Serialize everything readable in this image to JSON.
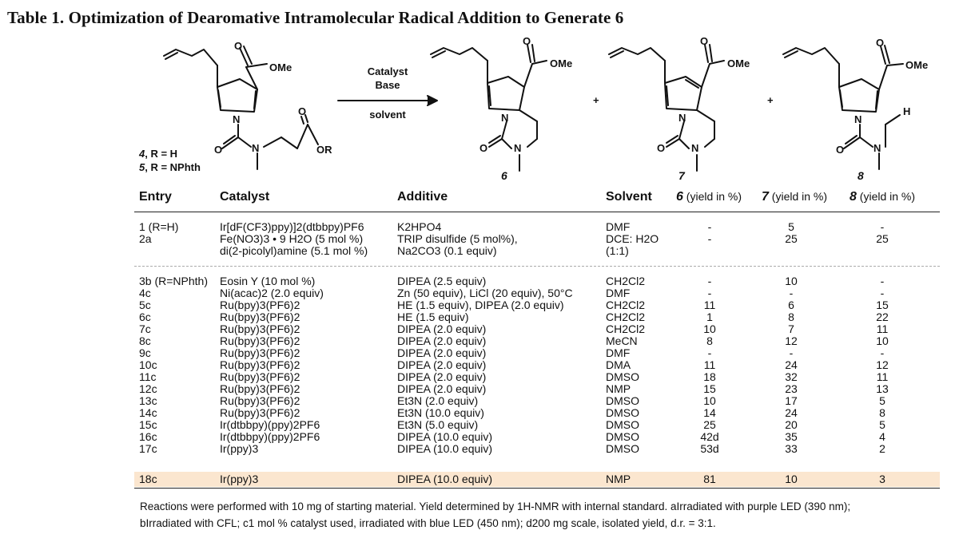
{
  "title": "Table 1. Optimization of Dearomative Intramolecular Radical Addition to Generate 6",
  "scheme": {
    "start_label_1_num": "4",
    "start_label_1_txt": ", R = H",
    "start_label_2_num": "5",
    "start_label_2_txt": ", R = NPhth",
    "ome": "OMe",
    "o": "O",
    "n": "N",
    "or": "OR",
    "h": "H",
    "cond_1": "Catalyst",
    "cond_2": "Base",
    "cond_3": "solvent",
    "plus": "+",
    "product_6": "6",
    "product_7": "7",
    "product_8": "8"
  },
  "headers": {
    "entry": "Entry",
    "catalyst": "Catalyst",
    "additive": "Additive",
    "solvent": "Solvent",
    "y6_num": "6",
    "y7_num": "7",
    "y8_num": "8",
    "yield_suffix": " (yield in %)"
  },
  "rows": [
    {
      "entry": "1 (R=H)",
      "catalyst": "Ir[dF(CF3)ppy)]2(dtbbpy)PF6",
      "additive": "K2HPO4",
      "solvent": "DMF",
      "y6": "-",
      "y7": "5",
      "y8": "-"
    },
    {
      "entry": "2a",
      "catalyst": "Fe(NO3)3 • 9 H2O (5 mol %)",
      "additive": "TRIP disulfide (5 mol%),",
      "solvent": "DCE: H2O",
      "y6": "-",
      "y7": "25",
      "y8": "25"
    },
    {
      "entry": "",
      "catalyst": "di(2-picolyl)amine (5.1 mol %)",
      "additive": "Na2CO3 (0.1 equiv)",
      "solvent": "(1:1)",
      "y6": "",
      "y7": "",
      "y8": ""
    },
    {
      "entry": "3b (R=NPhth)",
      "catalyst": "Eosin Y (10 mol %)",
      "additive": "DIPEA (2.5 equiv)",
      "solvent": "CH2Cl2",
      "y6": "-",
      "y7": "10",
      "y8": "-"
    },
    {
      "entry": "4c",
      "catalyst": "Ni(acac)2 (2.0 equiv)",
      "additive": "Zn (50 equiv), LiCl (20 equiv), 50°C",
      "solvent": "DMF",
      "y6": "-",
      "y7": "-",
      "y8": "-"
    },
    {
      "entry": "5c",
      "catalyst": "Ru(bpy)3(PF6)2",
      "additive": "HE (1.5 equiv), DIPEA (2.0 equiv)",
      "solvent": "CH2Cl2",
      "y6": "11",
      "y7": "6",
      "y8": "15"
    },
    {
      "entry": "6c",
      "catalyst": "Ru(bpy)3(PF6)2",
      "additive": "HE (1.5 equiv)",
      "solvent": "CH2Cl2",
      "y6": "1",
      "y7": "8",
      "y8": "22"
    },
    {
      "entry": "7c",
      "catalyst": "Ru(bpy)3(PF6)2",
      "additive": "DIPEA (2.0 equiv)",
      "solvent": "CH2Cl2",
      "y6": "10",
      "y7": "7",
      "y8": "11"
    },
    {
      "entry": "8c",
      "catalyst": "Ru(bpy)3(PF6)2",
      "additive": "DIPEA (2.0 equiv)",
      "solvent": "MeCN",
      "y6": "8",
      "y7": "12",
      "y8": "10"
    },
    {
      "entry": "9c",
      "catalyst": "Ru(bpy)3(PF6)2",
      "additive": "DIPEA (2.0 equiv)",
      "solvent": "DMF",
      "y6": "-",
      "y7": "-",
      "y8": "-"
    },
    {
      "entry": "10c",
      "catalyst": "Ru(bpy)3(PF6)2",
      "additive": "DIPEA (2.0 equiv)",
      "solvent": "DMA",
      "y6": "11",
      "y7": "24",
      "y8": "12"
    },
    {
      "entry": "11c",
      "catalyst": "Ru(bpy)3(PF6)2",
      "additive": "DIPEA (2.0 equiv)",
      "solvent": "DMSO",
      "y6": "18",
      "y7": "32",
      "y8": "11"
    },
    {
      "entry": "12c",
      "catalyst": "Ru(bpy)3(PF6)2",
      "additive": "DIPEA (2.0 equiv)",
      "solvent": "NMP",
      "y6": "15",
      "y7": "23",
      "y8": "13"
    },
    {
      "entry": "13c",
      "catalyst": "Ru(bpy)3(PF6)2",
      "additive": "Et3N (2.0 equiv)",
      "solvent": "DMSO",
      "y6": "10",
      "y7": "17",
      "y8": "5"
    },
    {
      "entry": "14c",
      "catalyst": "Ru(bpy)3(PF6)2",
      "additive": "Et3N (10.0 equiv)",
      "solvent": "DMSO",
      "y6": "14",
      "y7": "24",
      "y8": "8"
    },
    {
      "entry": "15c",
      "catalyst": "Ir(dtbbpy)(ppy)2PF6",
      "additive": "Et3N (5.0 equiv)",
      "solvent": "DMSO",
      "y6": "25",
      "y7": "20",
      "y8": "5"
    },
    {
      "entry": "16c",
      "catalyst": "Ir(dtbbpy)(ppy)2PF6",
      "additive": "DIPEA (10.0 equiv)",
      "solvent": "DMSO",
      "y6": "42d",
      "y7": "35",
      "y8": "4"
    },
    {
      "entry": "17c",
      "catalyst": "Ir(ppy)3",
      "additive": "DIPEA (10.0 equiv)",
      "solvent": "DMSO",
      "y6": "53d",
      "y7": "33",
      "y8": "2"
    },
    {
      "entry": "18c",
      "catalyst": "Ir(ppy)3",
      "additive": "DIPEA (10.0 equiv)",
      "solvent": "NMP",
      "y6": "81",
      "y7": "10",
      "y8": "3"
    }
  ],
  "footnote_1": "Reactions were performed with 10 mg of starting material. Yield determined by 1H-NMR with internal standard. aIrradiated with purple LED (390 nm);",
  "footnote_2": "bIrradiated with CFL; c1 mol % catalyst used, irradiated with blue LED (450 nm); d200 mg scale, isolated yield, d.r. = 3:1."
}
